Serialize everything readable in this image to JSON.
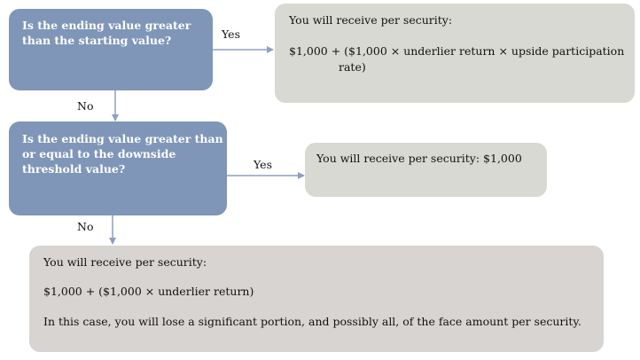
{
  "question1": {
    "text": "Is the ending value greater than the starting value?"
  },
  "question2": {
    "text": "Is the ending value greater than or equal to the downside threshold value?"
  },
  "branch_labels": {
    "yes1": "Yes",
    "no1": "No",
    "yes2": "Yes",
    "no2": "No"
  },
  "outcome_up": {
    "heading": "You will receive per security:",
    "formula_line1": "$1,000 + ($1,000 × underlier return × upside participation",
    "formula_line2": "rate)"
  },
  "outcome_par": {
    "text": "You will receive per security: $1,000"
  },
  "outcome_down": {
    "heading": "You will receive per security:",
    "formula": "$1,000 + ($1,000 × underlier return)",
    "note": "In this case, you will lose a significant portion, and possibly all, of the face amount per security."
  },
  "colors": {
    "question_fill": "#8096b8",
    "outcome_fill": "#d8d9d3",
    "final_fill": "#d8d4d1",
    "arrow": "#8ea0bf"
  }
}
